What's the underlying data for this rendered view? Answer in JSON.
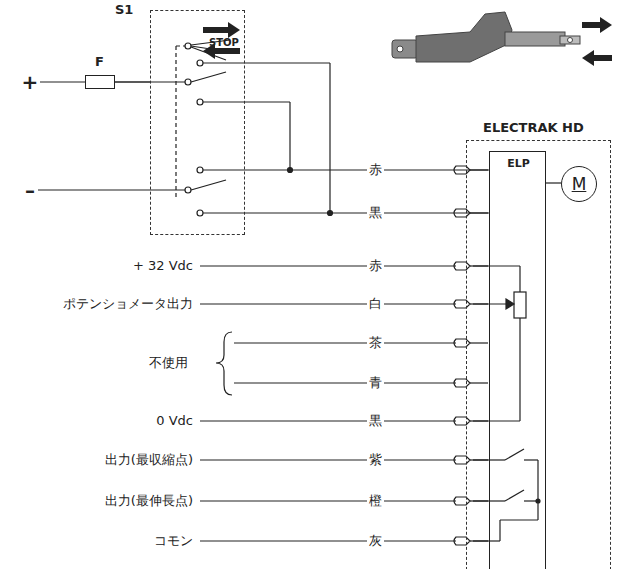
{
  "diagram": {
    "nodes": [
      {
        "text": [
          "S1",
          "STOP"
        ]
      },
      {
        "text": [
          "F"
        ]
      },
      {
        "text": [
          "ELECTRAK HD"
        ]
      },
      {
        "text": [
          "ELP"
        ],
        "in": 2
      },
      {
        "text": [
          "M"
        ],
        "in": 2
      }
    ],
    "edges": [
      {
        "from": 1,
        "to": 0,
        "arrow": "none"
      },
      {
        "from": 0,
        "to": 3,
        "label": "赤",
        "arrow": "none"
      },
      {
        "from": 0,
        "to": 3,
        "label": "黒",
        "arrow": "none"
      },
      {
        "from": 3,
        "to": 4,
        "arrow": "none"
      }
    ],
    "labels": [
      "+",
      "–",
      "+ 32 Vdc",
      "ポテンショメータ出力",
      "不使用",
      "0 Vdc",
      "出力(最収縮点)",
      "出力(最伸長点)",
      "コモン",
      "赤",
      "白",
      "茶",
      "青",
      "黒",
      "紫",
      "橙",
      "灰"
    ]
  }
}
